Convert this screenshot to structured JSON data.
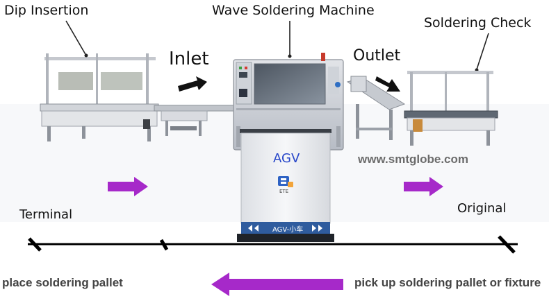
{
  "labels": {
    "dip_insertion": "Dip Insertion",
    "wave_soldering": "Wave Soldering Machine",
    "soldering_check": "Soldering Check",
    "inlet": "Inlet",
    "outlet": "Outlet",
    "website": "www.smtglobe.com",
    "agv": "AGV",
    "agv_logo_text": "ETE",
    "agv_plate": "AGV-小车",
    "terminal": "Terminal",
    "original": "Original"
  },
  "captions": {
    "left": "place soldering pallet",
    "right": "pick up soldering pallet or fixture"
  },
  "colors": {
    "machine_body": "#c9ccd3",
    "machine_frame": "#9aa0ab",
    "agv_body": "#eceef1",
    "agv_base": "#2f5c9e",
    "agv_text": "#2746c9",
    "flow_arrow": "#a629c9",
    "black_arrow": "#111111",
    "track": "#000000",
    "website": "#6b6b6b"
  },
  "icons": {
    "agv_logo": "ete-logo-icon",
    "flow_arrows": "right-arrow-icon",
    "return_arrow": "left-arrow-icon",
    "feed_arrows": "black-arrow-icon"
  }
}
